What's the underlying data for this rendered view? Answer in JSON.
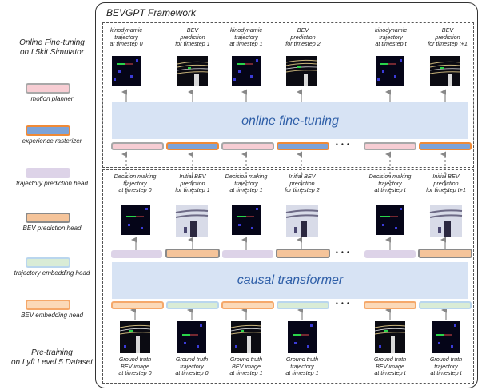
{
  "framework_title": "BEVGPT  Framework",
  "left_panel": {
    "top_title": [
      "Online Fine-tuning",
      "on L5kit Simulator"
    ],
    "bottom_title": [
      "Pre-training",
      "on Lyft Level 5 Dataset"
    ],
    "legend": [
      {
        "label": "motion planner",
        "fill": "#f7cdd3",
        "border": "#a8a8a8"
      },
      {
        "label": "experience rasterizer",
        "fill": "#7da3d8",
        "border": "#f08a36"
      },
      {
        "label": "trajectory prediction head",
        "fill": "#ddd3e8",
        "border": "#ddd3e8"
      },
      {
        "label": "BEV prediction head",
        "fill": "#f5c49a",
        "border": "#8a8a8a"
      },
      {
        "label": "trajectory embedding head",
        "fill": "#d9ecd6",
        "border": "#b9d6ee"
      },
      {
        "label": "BEV embedding head",
        "fill": "#fbd9b8",
        "border": "#f5a86a"
      }
    ]
  },
  "top_section": {
    "band_label": "online fine-tuning",
    "labels": [
      [
        "kinodynamic",
        "trajectory",
        "at timestep 0"
      ],
      [
        "BEV",
        "prediction",
        "for timestep 1"
      ],
      [
        "kinodynamic",
        "trajectory",
        "at timestep 1"
      ],
      [
        "BEV",
        "prediction",
        "for timestep 2"
      ],
      [
        "kinodynamic",
        "trajectory",
        "at timestep t"
      ],
      [
        "BEV",
        "prediction",
        "for timestep t+1"
      ]
    ],
    "ellipsis": "• • •"
  },
  "bottom_section": {
    "band_label": "causal transformer",
    "output_labels": [
      [
        "Decision making",
        "trajectory",
        "at timestep 0"
      ],
      [
        "Initial BEV",
        "prediction",
        "for timestep 1"
      ],
      [
        "Decision making",
        "trajectory",
        "at timestep 1"
      ],
      [
        "Initial BEV",
        "prediction",
        "for timestep 2"
      ],
      [
        "Decision making",
        "trajectory",
        "at timestep t"
      ],
      [
        "Initial BEV",
        "prediction",
        "for timestep t+1"
      ]
    ],
    "input_labels": [
      [
        "Ground truth",
        "BEV image",
        "at timestep 0"
      ],
      [
        "Ground truth",
        "trajectory",
        "at timestep 0"
      ],
      [
        "Ground truth",
        "BEV image",
        "at timestep 1"
      ],
      [
        "Ground truth",
        "trajectory",
        "at timestep 1"
      ],
      [
        "Ground truth",
        "BEV image",
        "at timestep t"
      ],
      [
        "Ground truth",
        "trajectory",
        "at timestep t"
      ]
    ],
    "ellipsis": "• • •"
  }
}
